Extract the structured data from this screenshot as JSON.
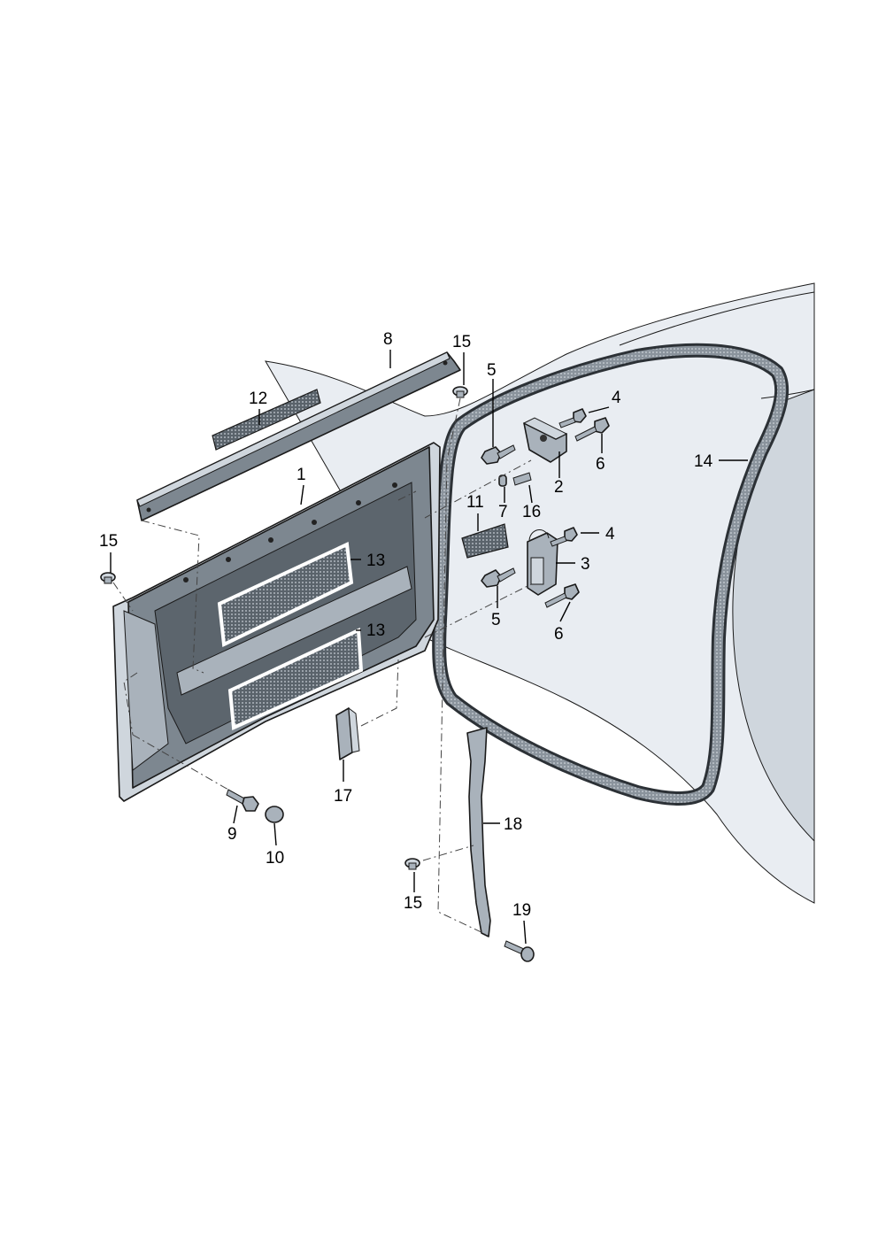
{
  "diagram": {
    "callouts": [
      {
        "id": "1",
        "label": "1"
      },
      {
        "id": "2",
        "label": "2"
      },
      {
        "id": "3",
        "label": "3"
      },
      {
        "id": "4a",
        "label": "4"
      },
      {
        "id": "4b",
        "label": "4"
      },
      {
        "id": "5a",
        "label": "5"
      },
      {
        "id": "5b",
        "label": "5"
      },
      {
        "id": "6a",
        "label": "6"
      },
      {
        "id": "6b",
        "label": "6"
      },
      {
        "id": "7",
        "label": "7"
      },
      {
        "id": "8",
        "label": "8"
      },
      {
        "id": "9",
        "label": "9"
      },
      {
        "id": "10",
        "label": "10"
      },
      {
        "id": "11",
        "label": "11"
      },
      {
        "id": "12",
        "label": "12"
      },
      {
        "id": "13a",
        "label": "13"
      },
      {
        "id": "13b",
        "label": "13"
      },
      {
        "id": "14",
        "label": "14"
      },
      {
        "id": "15a",
        "label": "15"
      },
      {
        "id": "15b",
        "label": "15"
      },
      {
        "id": "15c",
        "label": "15"
      },
      {
        "id": "16",
        "label": "16"
      },
      {
        "id": "17",
        "label": "17"
      },
      {
        "id": "18",
        "label": "18"
      },
      {
        "id": "19",
        "label": "19"
      }
    ]
  }
}
